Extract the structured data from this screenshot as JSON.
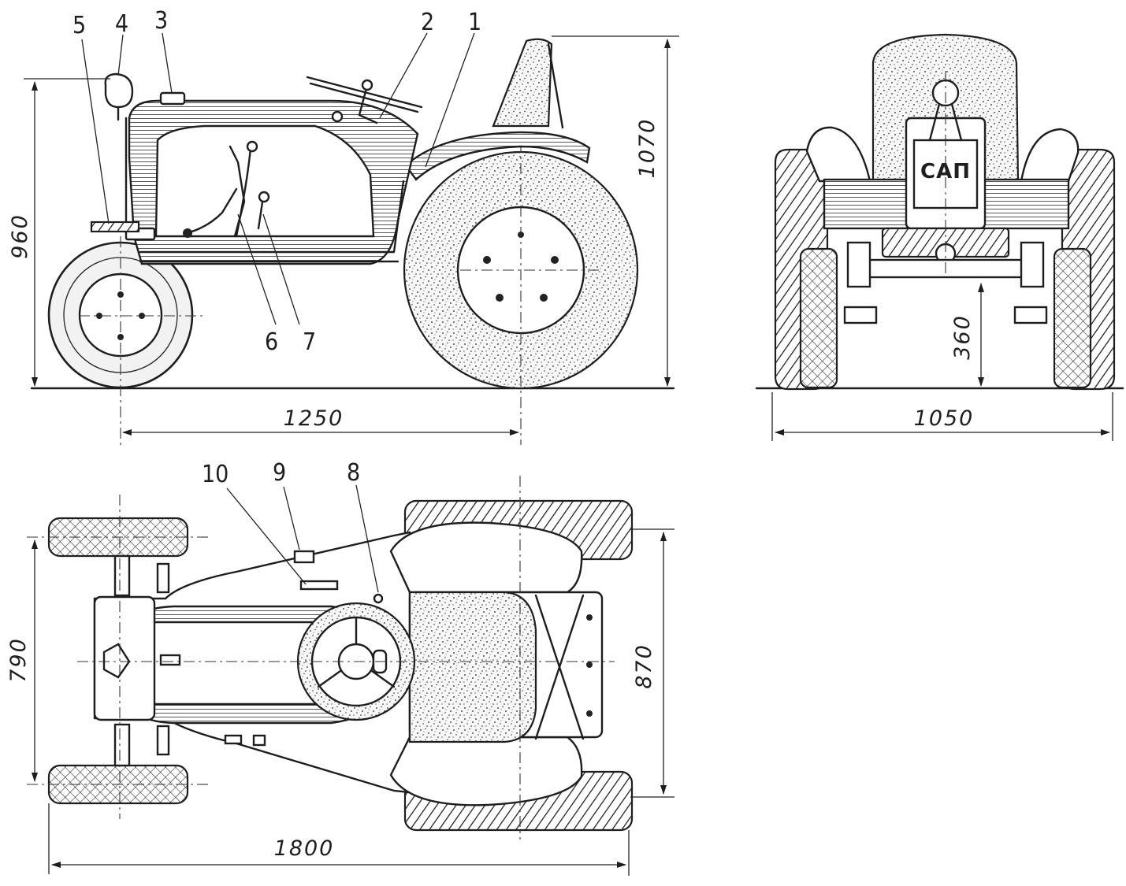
{
  "callouts": {
    "n1": "1",
    "n2": "2",
    "n3": "3",
    "n4": "4",
    "n5": "5",
    "n6": "6",
    "n7": "7",
    "n8": "8",
    "n9": "9",
    "n10": "10"
  },
  "dimensions": {
    "side_height": "960",
    "side_overall_height": "1070",
    "side_wheelbase": "1250",
    "front_track": "1050",
    "front_clearance": "360",
    "top_front_track": "790",
    "top_rear_track": "870",
    "top_length": "1800"
  },
  "badge": "САП"
}
